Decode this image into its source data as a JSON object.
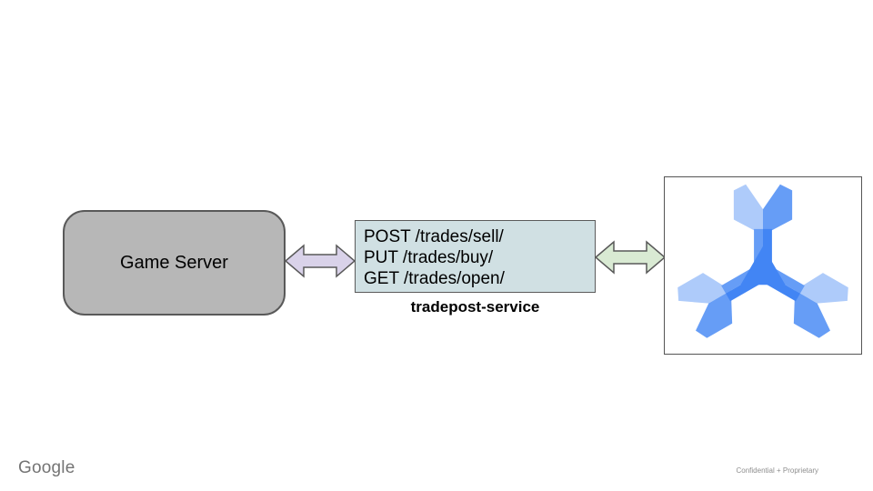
{
  "slide": {
    "background": "#ffffff",
    "footer": {
      "brand": "Google",
      "confidential": "Confidential + Proprietary"
    }
  },
  "diagram": {
    "game_server": {
      "label": "Game Server",
      "fill": "#b7b7b7",
      "border": "#595959"
    },
    "arrow_left": {
      "direction": "bidirectional",
      "fill": "#d9d2e9",
      "border": "#595959"
    },
    "api_box": {
      "lines": [
        "POST /trades/sell/",
        "PUT /trades/buy/",
        "GET /trades/open/"
      ],
      "fill": "#d0e0e3",
      "border": "#5b5b5b"
    },
    "service_label": "tradepost-service",
    "arrow_right": {
      "direction": "bidirectional",
      "fill": "#d9ead3",
      "border": "#595959"
    },
    "database": {
      "icon": "cloud-spanner-icon",
      "colors": {
        "light": "#aecbfa",
        "medium": "#669df6",
        "dark": "#4285f4"
      },
      "box_border": "#555555"
    }
  }
}
